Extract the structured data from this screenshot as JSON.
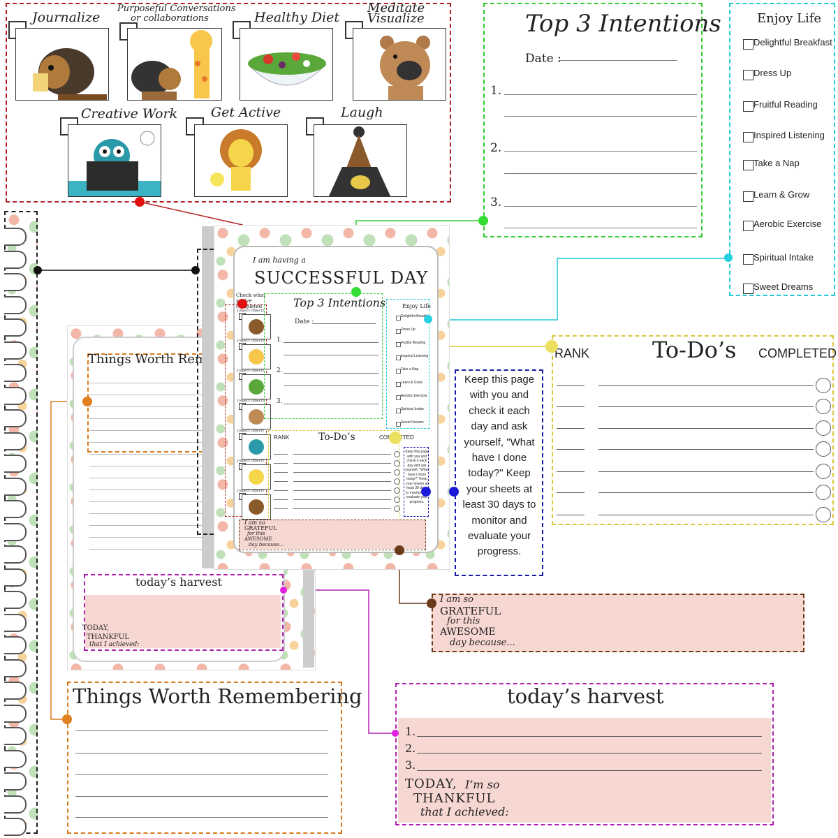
{
  "activities": {
    "items": [
      {
        "label": "Journalize"
      },
      {
        "label": "Purposeful Conversations\nor collaborations"
      },
      {
        "label": "Healthy Diet"
      },
      {
        "label": "Meditate\nVisualize"
      },
      {
        "label": "Creative Work"
      },
      {
        "label": "Get Active"
      },
      {
        "label": "Laugh"
      }
    ]
  },
  "intentions": {
    "title": "Top 3 Intentions",
    "date_label": "Date :",
    "numbers": [
      "1.",
      "2.",
      "3."
    ]
  },
  "enjoy": {
    "title": "Enjoy Life",
    "items": [
      "Delightful Breakfast",
      "Dress Up",
      "Fruitful Reading",
      "Inspired Listening",
      "Take a Nap",
      "Learn & Grow",
      "Aerobic Exercise",
      "Spiritual Intake",
      "Sweet Dreams"
    ]
  },
  "todo": {
    "rank": "RANK",
    "title": "To-Do’s",
    "completed": "COMPLETED"
  },
  "note": {
    "text": "Keep this page with you and check it each day and ask yourself, \"What have I done today?\" Keep your sheets at least 30 days to monitor and evaluate your progress."
  },
  "grateful": {
    "line1": "I am so",
    "line2": "GRATEFUL",
    "line3": "for this",
    "line4": "AWESOME",
    "line5": "day because..."
  },
  "remember": {
    "title": "Things Worth Remembering",
    "mini_title": "Things Worth Rem"
  },
  "harvest": {
    "title": "today’s  harvest",
    "numbers": [
      "1.",
      "2.",
      "3."
    ],
    "t1": "TODAY,",
    "t2": "I’m so",
    "t3": "THANKFUL",
    "t4": "that I achieved:"
  },
  "center": {
    "pre": "I am having a",
    "title": "SUCCESSFUL DAY",
    "check": "Check what you've completed"
  },
  "colors": {
    "red": "#b22222",
    "green": "#33cc33",
    "cyan": "#22c8d8",
    "yellow": "#d8c83a",
    "blue": "#1a1aa8",
    "brown": "#6b3a1a",
    "orange": "#d97a1c",
    "purple": "#b020b0",
    "pink": "#f7d7d2"
  }
}
